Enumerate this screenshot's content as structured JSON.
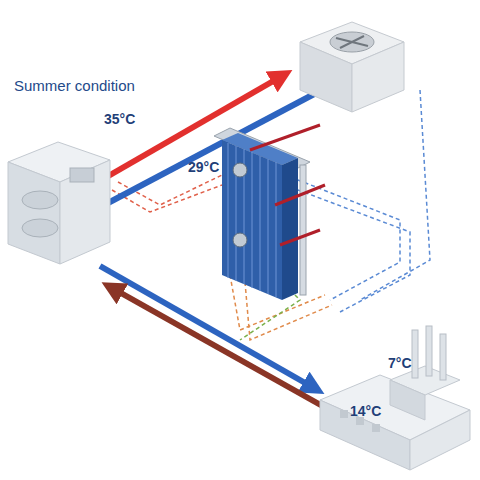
{
  "diagram": {
    "title": "Summer condition",
    "labels": [
      "35°C",
      "29°C",
      "7°C",
      "14°C"
    ]
  }
}
